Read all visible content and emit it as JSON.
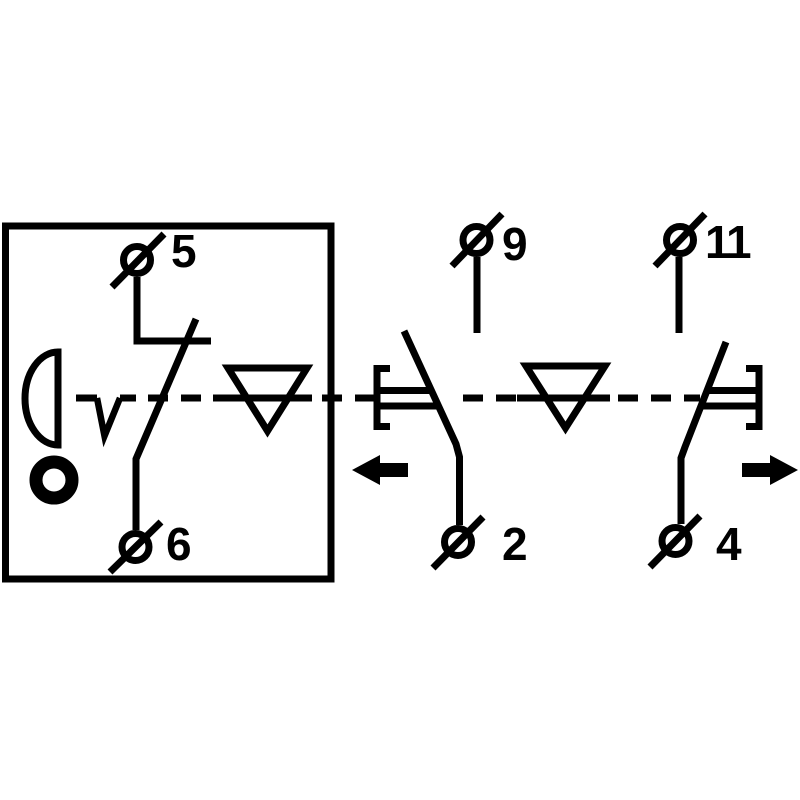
{
  "diagram": {
    "description_colors": {
      "background": "#ffffff",
      "line": "#000000"
    },
    "units": [
      {
        "id": "boxed-illuminated-switch",
        "top_terminal": "5",
        "bottom_terminal": "6"
      },
      {
        "id": "middle-plunger-contact",
        "top_terminal": "9",
        "bottom_terminal": "2"
      },
      {
        "id": "right-plunger-contact",
        "top_terminal": "11",
        "bottom_terminal": "4"
      }
    ]
  }
}
